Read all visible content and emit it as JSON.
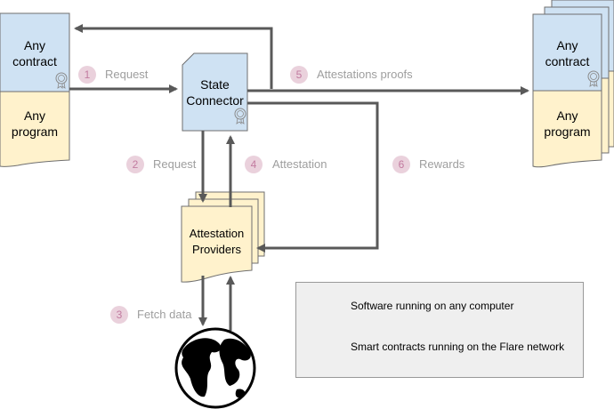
{
  "colors": {
    "contract_fill": "#cfe2f3",
    "program_fill": "#fff2cc",
    "box_stroke": "#6f6f6f",
    "arrow": "#595959",
    "number_badge": "#ead1dc",
    "label_gray": "#9e9e9e",
    "legend_bg": "#efefef"
  },
  "left_block": {
    "contract_label": "Any\ncontract",
    "program_label": "Any\nprogram"
  },
  "right_block": {
    "contract_label": "Any\ncontract",
    "program_label": "Any\nprogram"
  },
  "state_connector": {
    "label": "State\nConnector"
  },
  "attestation_providers": {
    "label": "Attestation\nProviders"
  },
  "steps": [
    {
      "number": "1",
      "label": "Request"
    },
    {
      "number": "2",
      "label": "Request"
    },
    {
      "number": "3",
      "label": "Fetch data"
    },
    {
      "number": "4",
      "label": "Attestation"
    },
    {
      "number": "5",
      "label": "Attestations proofs"
    },
    {
      "number": "6",
      "label": "Rewards"
    }
  ],
  "icons": {
    "certificate": "certificate-icon",
    "globe": "globe-icon"
  },
  "legend": {
    "software_label": "Software running on any computer",
    "contracts_label": "Smart contracts running on the Flare network"
  }
}
